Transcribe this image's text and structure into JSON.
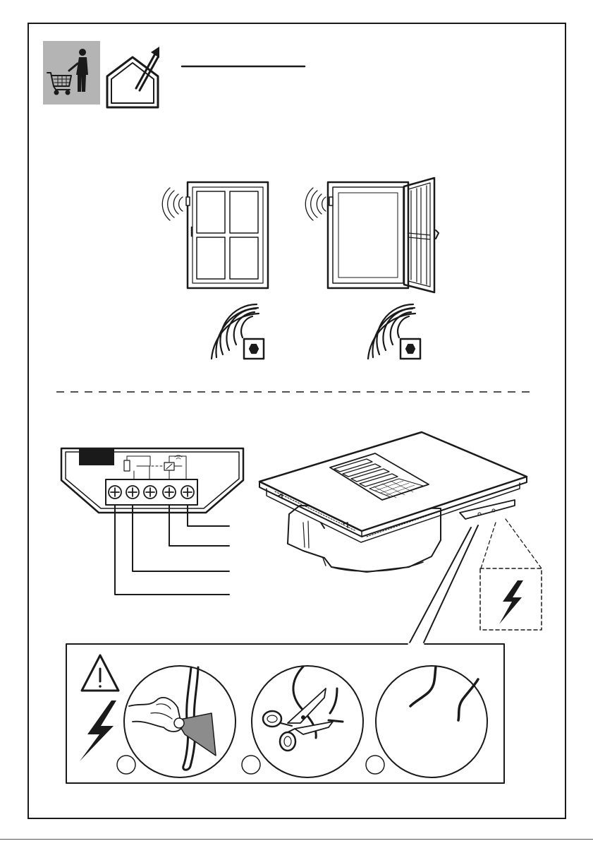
{
  "colors": {
    "ink": "#1a1a1a",
    "icon_background": "#b4b4b4",
    "panel_fill": "#ffffff",
    "cloth_fill": "#8c8c8c"
  },
  "icons": {
    "header": [
      "shopping-cart-person-icon",
      "house-vent-outlet-icon"
    ],
    "windows": [
      "closed-window-sensor-icon",
      "open-window-sensor-icon"
    ],
    "signals": [
      "radio-signal-closed-icon",
      "radio-signal-open-icon"
    ],
    "warnings": [
      "warning-triangle-icon",
      "electric-hazard-icon"
    ],
    "steps": [
      "wipe-cable-icon",
      "cut-cable-scissors-icon",
      "separated-cable-ends-icon"
    ]
  },
  "terminal_block": {
    "terminal_count": 5,
    "wired_terminals": 4
  },
  "steps": {
    "count": 3
  }
}
